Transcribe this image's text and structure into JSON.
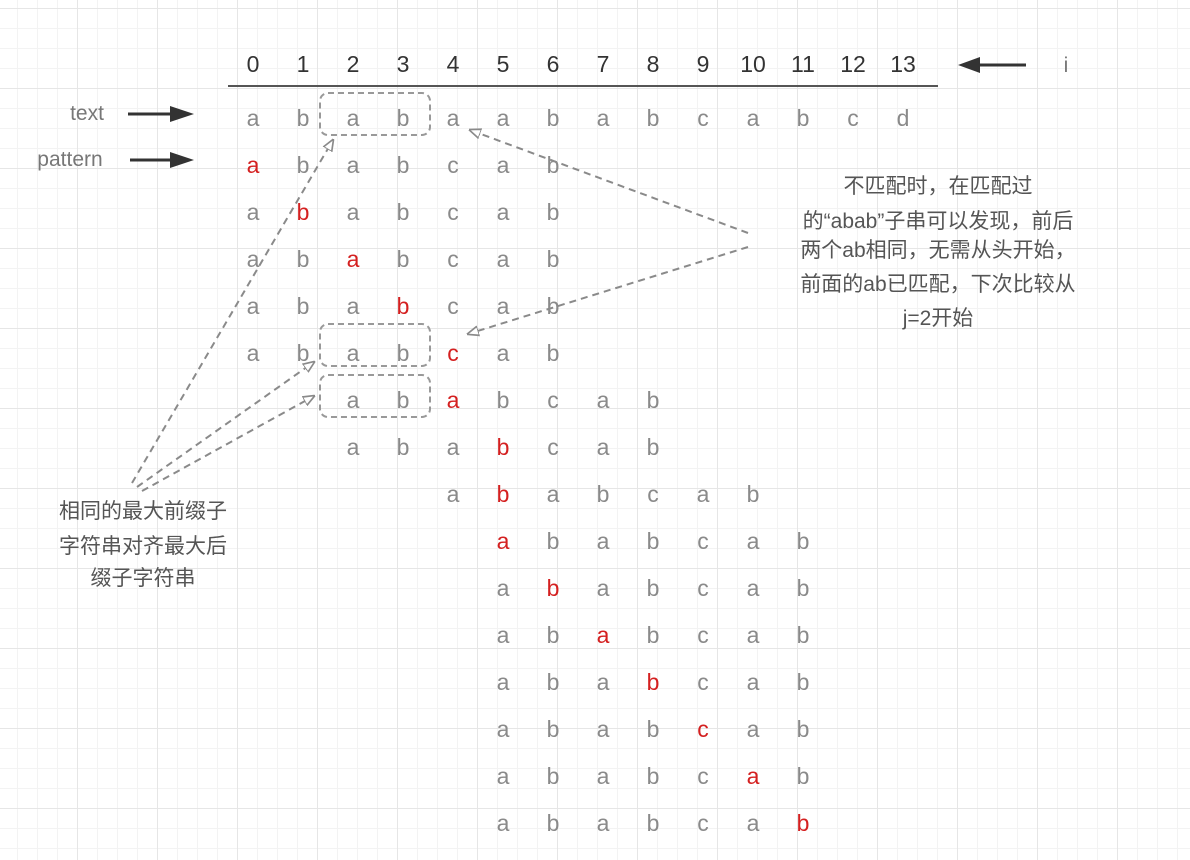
{
  "indices": [
    "0",
    "1",
    "2",
    "3",
    "4",
    "5",
    "6",
    "7",
    "8",
    "9",
    "10",
    "11",
    "12",
    "13"
  ],
  "i_label": "i",
  "text_label": "text",
  "pattern_label": "pattern",
  "text_row": [
    "a",
    "b",
    "a",
    "b",
    "a",
    "a",
    "b",
    "a",
    "b",
    "c",
    "a",
    "b",
    "c",
    "d"
  ],
  "pattern_rows": [
    {
      "start": 0,
      "chars": [
        "a",
        "b",
        "a",
        "b",
        "c",
        "a",
        "b"
      ],
      "highlight": 0
    },
    {
      "start": 0,
      "chars": [
        "a",
        "b",
        "a",
        "b",
        "c",
        "a",
        "b"
      ],
      "highlight": 1
    },
    {
      "start": 0,
      "chars": [
        "a",
        "b",
        "a",
        "b",
        "c",
        "a",
        "b"
      ],
      "highlight": 2
    },
    {
      "start": 0,
      "chars": [
        "a",
        "b",
        "a",
        "b",
        "c",
        "a",
        "b"
      ],
      "highlight": 3
    },
    {
      "start": 0,
      "chars": [
        "a",
        "b",
        "a",
        "b",
        "c",
        "a",
        "b"
      ],
      "highlight": 4
    },
    {
      "start": 2,
      "chars": [
        "a",
        "b",
        "a",
        "b",
        "c",
        "a",
        "b"
      ],
      "highlight": 2
    },
    {
      "start": 2,
      "chars": [
        "a",
        "b",
        "a",
        "b",
        "c",
        "a",
        "b"
      ],
      "highlight": 3
    },
    {
      "start": 4,
      "chars": [
        "a",
        "b",
        "a",
        "b",
        "c",
        "a",
        "b"
      ],
      "highlight": 1
    },
    {
      "start": 5,
      "chars": [
        "a",
        "b",
        "a",
        "b",
        "c",
        "a",
        "b"
      ],
      "highlight": 0
    },
    {
      "start": 5,
      "chars": [
        "a",
        "b",
        "a",
        "b",
        "c",
        "a",
        "b"
      ],
      "highlight": 1
    },
    {
      "start": 5,
      "chars": [
        "a",
        "b",
        "a",
        "b",
        "c",
        "a",
        "b"
      ],
      "highlight": 2
    },
    {
      "start": 5,
      "chars": [
        "a",
        "b",
        "a",
        "b",
        "c",
        "a",
        "b"
      ],
      "highlight": 3
    },
    {
      "start": 5,
      "chars": [
        "a",
        "b",
        "a",
        "b",
        "c",
        "a",
        "b"
      ],
      "highlight": 4
    },
    {
      "start": 5,
      "chars": [
        "a",
        "b",
        "a",
        "b",
        "c",
        "a",
        "b"
      ],
      "highlight": 5
    },
    {
      "start": 5,
      "chars": [
        "a",
        "b",
        "a",
        "b",
        "c",
        "a",
        "b"
      ],
      "highlight": 6
    }
  ],
  "notes": {
    "right": [
      "不匹配时，在匹配过",
      "的“abab”子串可以发现，前后",
      "两个ab相同，无需从头开始，",
      "前面的ab已匹配，下次比较从",
      "j=2开始"
    ],
    "left": [
      "相同的最大前缀子",
      "字符串对齐最大后",
      "缀子字符串"
    ]
  },
  "colors": {
    "highlight": "#d42020",
    "text": "#8a8a8a",
    "index": "#333333"
  }
}
